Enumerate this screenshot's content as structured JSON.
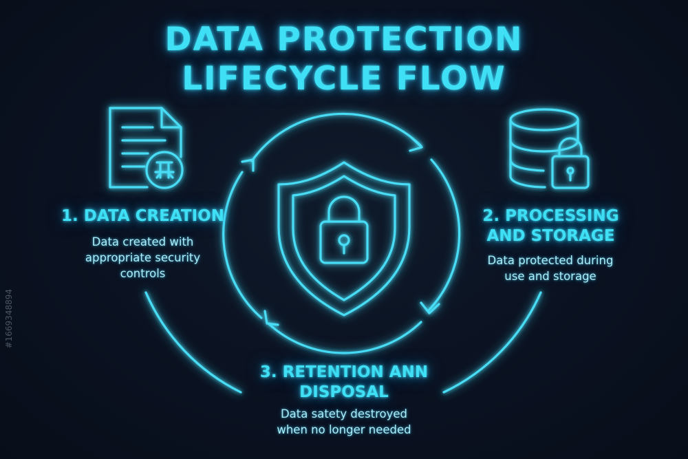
{
  "title": {
    "line1": "DATA PROTECTION",
    "line2": "LIFECYCLE FLOW"
  },
  "steps": [
    {
      "heading": [
        "1. DATA CREATION"
      ],
      "description": [
        "Data created with",
        "appropriate security",
        "controls"
      ],
      "icon": "document-icon"
    },
    {
      "heading": [
        "2. PROCESSING",
        "AND STORAGE"
      ],
      "description": [
        "Data protected during",
        "use and storage"
      ],
      "icon": "database-lock-icon"
    },
    {
      "heading": [
        "3. RETENTION ANN",
        "DISPOSAL"
      ],
      "description": [
        "Data satety destroyed",
        "when no longer needed"
      ],
      "icon": "none"
    }
  ],
  "center_icon": "shield-lock-icon",
  "watermark_id": "#1669348894",
  "colors": {
    "accent": "#3fe0f5",
    "background": "#0b1320",
    "text_soft": "#a8ecf7"
  }
}
